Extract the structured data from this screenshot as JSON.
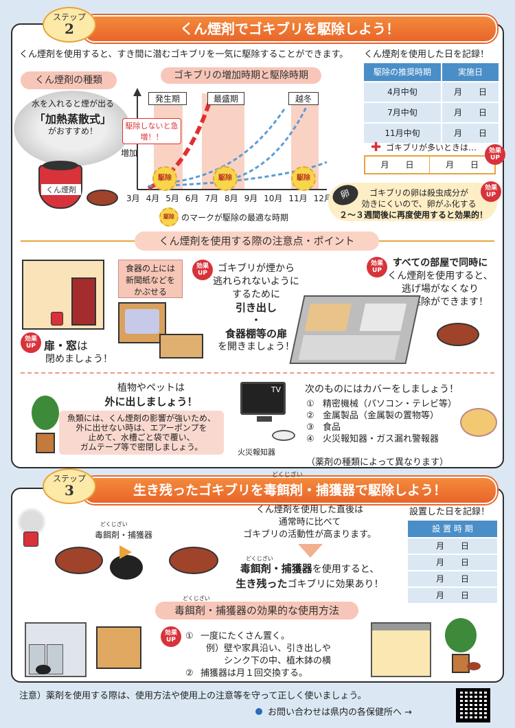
{
  "step2": {
    "step_label": "ステップ",
    "step_num": "2",
    "title": "くん煙剤でゴキブリを駆除しよう！",
    "intro": "くん煙剤を使用すると、すき間に潜むゴキブリを一気に駆除することができます。",
    "types_label": "くん煙剤の種類",
    "types_text1": "水を入れると煙が出る",
    "types_text2": "「加熱蒸散式」",
    "types_text3": "がおすすめ！",
    "can_label": "くん煙剤",
    "growth_label": "ゴキブリの増加時期と駆除時期",
    "phase1": "発生期",
    "phase2": "最盛期",
    "phase3": "越冬",
    "warn_text": "駆除しないと急増！！",
    "yaxis": "増加",
    "months": [
      "3月",
      "4月",
      "5月",
      "6月",
      "7月",
      "8月",
      "9月",
      "10月",
      "11月",
      "12月"
    ],
    "kujo": "駆除",
    "mark_note": "のマークが駆除の最適な時期",
    "record_title": "くん煙剤を使用した日を記録！",
    "record_head1": "駆除の推奨時期",
    "record_head2": "実施日",
    "record_rows": [
      {
        "period": "4月中旬",
        "date": "月　　日"
      },
      {
        "period": "7月中旬",
        "date": "月　　日"
      },
      {
        "period": "11月中旬",
        "date": "月　　日"
      }
    ],
    "many_note": "ゴキブリが多いときは…",
    "extra_date1": "月　　日",
    "extra_date2": "月　　日",
    "effect_label": "効果UP",
    "egg_label": "卵",
    "egg_text1": "ゴキブリの卵は殺虫成分が",
    "egg_text2": "効きにくいので、卵がふ化する",
    "egg_text3": "２～３週間後に再度使用すると効果的！"
  },
  "points": {
    "title": "くん煙剤を使用する際の注意点・ポイント",
    "door_text1": "扉・窓",
    "door_text2": "は",
    "door_text3": "閉めましょう！",
    "dish_note1": "食器の上には",
    "dish_note2": "新聞紙などを",
    "dish_note3": "かぶせる",
    "drawer_text1": "ゴキブリが煙から",
    "drawer_text2": "逃れられないように",
    "drawer_text3": "するために",
    "drawer_text4": "引き出し",
    "drawer_text5": "・",
    "drawer_text6": "食器棚等の扉",
    "drawer_text7": "を開きましょう！",
    "rooms_text1": "すべての部屋で同時に",
    "rooms_text2": "くん煙剤を使用すると、",
    "rooms_text3": "逃げ場がなくなり",
    "rooms_text4": "徹底駆除ができます！",
    "plant_text1": "植物やペットは",
    "plant_text2": "外に出しましょう！",
    "fish_text1": "魚類には、くん煙剤の影響が強いため、",
    "fish_text2": "外に出せない時は、エアーポンプを",
    "fish_text3": "止めて、水槽ごと袋で覆い、",
    "fish_text4": "ガムテープ等で密閉しましょう。",
    "tv_label": "TV",
    "alarm_label": "火災報知器",
    "cover_title": "次のものにはカバーをしましょう！",
    "cover_items": [
      {
        "num": "①",
        "text": "精密機械（パソコン・テレビ等）"
      },
      {
        "num": "②",
        "text": "金属製品（金属製の置物等）"
      },
      {
        "num": "③",
        "text": "食品"
      },
      {
        "num": "④",
        "text": "火災報知器・ガス漏れ警報器"
      },
      {
        "num": "",
        "text": "（薬剤の種類によって異なります）"
      }
    ]
  },
  "step3": {
    "step_label": "ステップ",
    "step_num": "3",
    "ruby": "どくじざい",
    "title": "生き残ったゴキブリを毒餌剤・捕獲器で駆除しよう！",
    "bait_label": "毒餌剤・捕獲器",
    "after_text1": "くん煙剤を使用した直後は",
    "after_text2": "通常時に比べて",
    "after_text3": "ゴキブリの活動性が高まります。",
    "use_text1": "毒餌剤・捕獲器",
    "use_text2": "を使用すると、",
    "use_text3": "生き残った",
    "use_text4": "ゴキブリに効果あり！",
    "record_title": "設置した日を記録！",
    "record_head": "設 置 時 期",
    "record_rows": [
      "月　　日",
      "月　　日",
      "月　　日",
      "月　　日"
    ],
    "method_title": "毒餌剤・捕獲器の効果的な使用方法",
    "method1_num": "①",
    "method1": "一度にたくさん置く。",
    "method1_ex1": "例）壁や家具沿い、引き出しや",
    "method1_ex2": "シンク下の中、植木鉢の横",
    "method2_num": "②",
    "method2": "捕獲器は月１回交換する。"
  },
  "footer": {
    "note": "注意）薬剤を使用する際は、使用方法や使用上の注意等を守って正しく使いましょう。",
    "contact": "お問い合わせは県内の各保健所へ →"
  },
  "colors": {
    "orange": "#e9652a",
    "blue": "#4a8ec8",
    "pink": "#f7c6b8",
    "red": "#d8323a"
  }
}
